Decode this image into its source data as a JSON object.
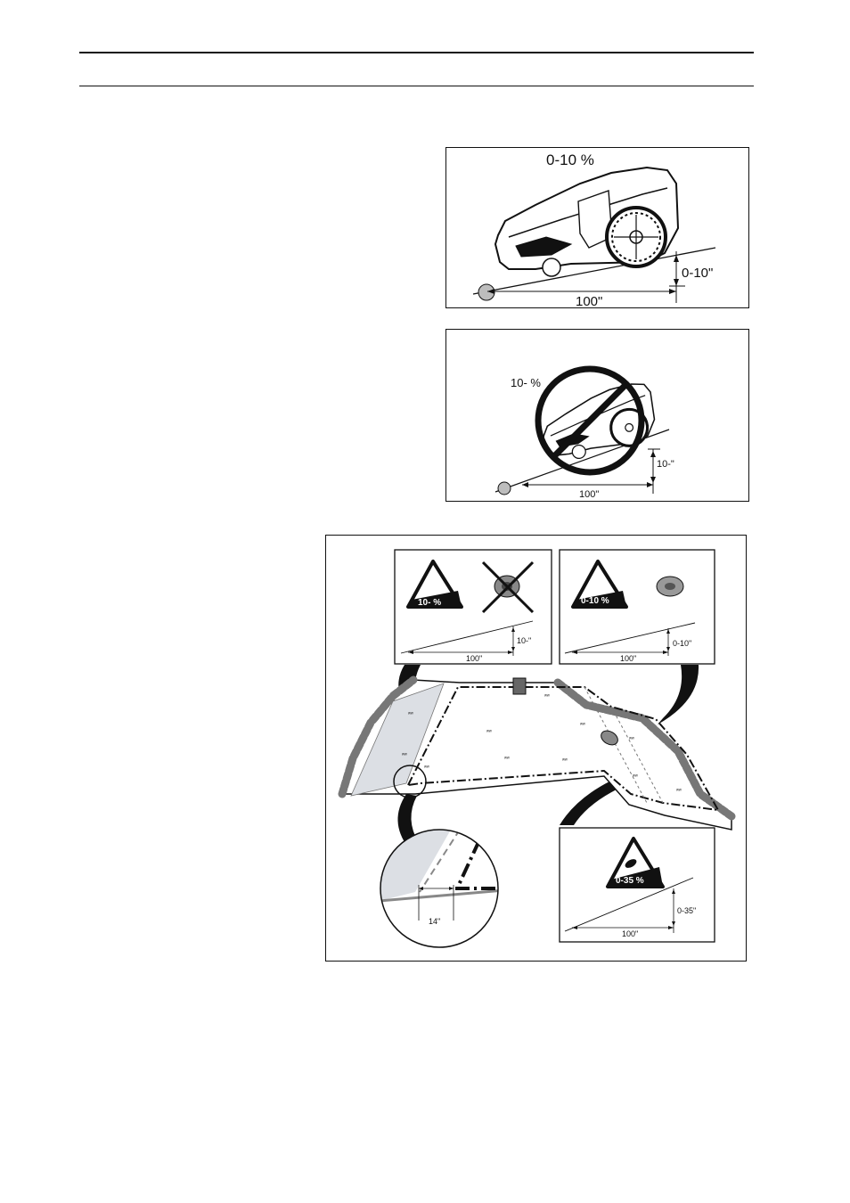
{
  "figure1": {
    "slope_label": "0-10 %",
    "run_label": "100\"",
    "rise_label": "0-10\""
  },
  "figure2": {
    "slope_label": "10- %",
    "run_label": "100\"",
    "rise_label": "10-\""
  },
  "figure3": {
    "panel_not_ok": {
      "badge": "10- %",
      "run_label": "100\"",
      "rise_label": "10-\""
    },
    "panel_ok": {
      "badge": "0-10 %",
      "run_label": "100\"",
      "rise_label": "0-10\""
    },
    "panel_steep": {
      "badge": "0-35 %",
      "run_label": "100\"",
      "rise_label": "0-35\""
    },
    "detail_distance_label": "14\""
  },
  "icons": [
    "mower-icon",
    "prohibited-icon",
    "wire-spool-icon",
    "warning-triangle-icon",
    "charging-station-icon"
  ]
}
